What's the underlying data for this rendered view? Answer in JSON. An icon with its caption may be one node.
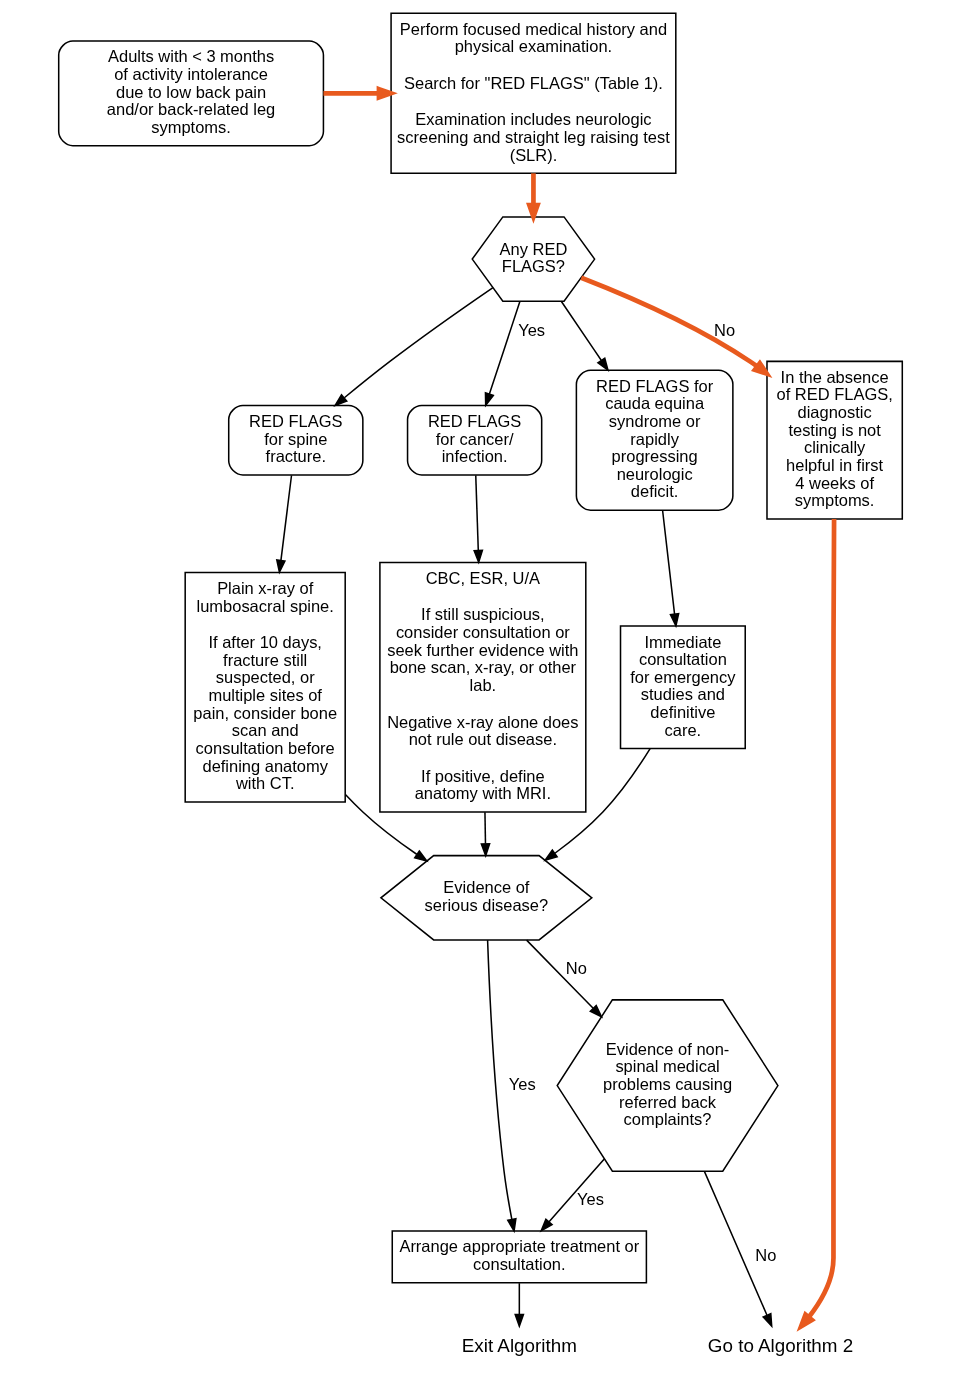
{
  "diagram": {
    "nodes": [
      {
        "text": [
          "Adults with < 3 months of activity intolerance due to low back pain and/or back-related leg symptoms."
        ]
      },
      {
        "text": [
          "Perform focused medical history and physical examination.",
          "Search for \"RED FLAGS\" (Table 1).",
          "Examination includes neurologic screening and straight leg raising test (SLR)."
        ]
      },
      {
        "text": [
          "Any RED FLAGS?"
        ]
      },
      {
        "text": [
          "RED FLAGS for spine fracture."
        ]
      },
      {
        "text": [
          "RED FLAGS for cancer/ infection."
        ]
      },
      {
        "text": [
          "RED FLAGS for cauda equina syndrome or rapidly progressing neurologic deficit."
        ]
      },
      {
        "text": [
          "In the absence of RED FLAGS, diagnostic testing is not clinically helpful in first 4 weeks of symptoms."
        ]
      },
      {
        "text": [
          "Plain x-ray of lumbosacral spine.",
          "If after 10 days, fracture still suspected, or multiple sites of pain, consider bone scan and consultation before defining anatomy with CT."
        ]
      },
      {
        "text": [
          "CBC, ESR, U/A",
          "If still suspicious, consider consultation or seek further evidence with bone scan, x-ray, or other lab.",
          "Negative x-ray alone does not rule out disease.",
          "If positive, define anatomy with MRI."
        ]
      },
      {
        "text": [
          "Immediate consultation for emergency studies and definitive care."
        ]
      },
      {
        "text": [
          "Evidence of serious disease?"
        ]
      },
      {
        "text": [
          "Evidence of non-spinal medical problems causing referred back complaints?"
        ]
      },
      {
        "text": [
          "Arrange appropriate treatment or consultation."
        ]
      },
      {
        "text": [
          "Exit Algorithm"
        ]
      },
      {
        "text": [
          "Go to Algorithm 2"
        ]
      }
    ],
    "edges": [
      {
        "from": 0,
        "to": 1,
        "arrow": "to",
        "style": "thick",
        "color": "#e85a1e"
      },
      {
        "from": 1,
        "to": 2,
        "arrow": "to",
        "style": "thick",
        "color": "#e85a1e"
      },
      {
        "from": 2,
        "to": 3,
        "arrow": "to"
      },
      {
        "from": 2,
        "to": 4,
        "arrow": "to",
        "label": "Yes"
      },
      {
        "from": 2,
        "to": 5,
        "arrow": "to"
      },
      {
        "from": 2,
        "to": 6,
        "arrow": "to",
        "label": "No",
        "style": "thick",
        "color": "#e85a1e"
      },
      {
        "from": 3,
        "to": 7,
        "arrow": "to"
      },
      {
        "from": 4,
        "to": 8,
        "arrow": "to"
      },
      {
        "from": 5,
        "to": 9,
        "arrow": "to"
      },
      {
        "from": 7,
        "to": 10,
        "arrow": "to"
      },
      {
        "from": 8,
        "to": 10,
        "arrow": "to"
      },
      {
        "from": 9,
        "to": 10,
        "arrow": "to"
      },
      {
        "from": 10,
        "to": 11,
        "arrow": "to",
        "label": "No"
      },
      {
        "from": 10,
        "to": 12,
        "arrow": "to",
        "label": "Yes"
      },
      {
        "from": 11,
        "to": 12,
        "arrow": "to",
        "label": "Yes"
      },
      {
        "from": 11,
        "to": 14,
        "arrow": "to",
        "label": "No"
      },
      {
        "from": 6,
        "to": 14,
        "arrow": "to",
        "style": "thick",
        "color": "#e85a1e"
      },
      {
        "from": 12,
        "to": 13,
        "arrow": "to"
      }
    ]
  }
}
